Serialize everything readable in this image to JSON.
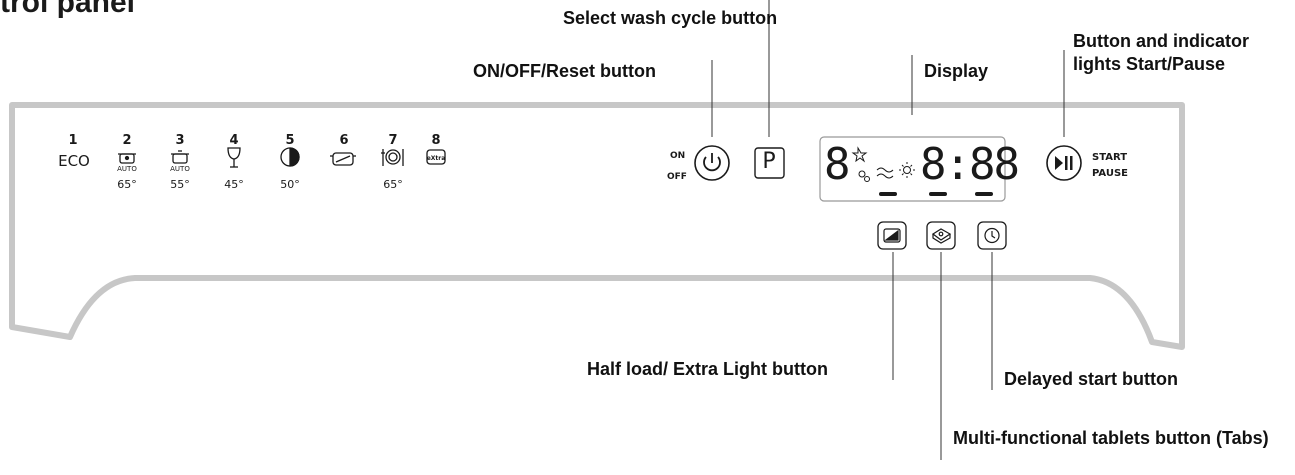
{
  "heading": "trol panel",
  "callouts": {
    "select_wash_cycle": "Select wash cycle button",
    "on_off_reset": "ON/OFF/Reset button",
    "display": "Display",
    "start_pause": "Button and indicator lights Start/Pause",
    "half_load": "Half load/ Extra Light button",
    "delayed_start": "Delayed start button",
    "tabs": "Multi-functional tablets button (Tabs)"
  },
  "programs": [
    {
      "number": "1",
      "label": "ECO",
      "temp": "",
      "icon": "eco-text"
    },
    {
      "number": "2",
      "label": "",
      "auto": "AUTO",
      "temp": "65°",
      "icon": "auto-pot-icon"
    },
    {
      "number": "3",
      "label": "",
      "auto": "AUTO",
      "temp": "55°",
      "icon": "auto-pot-icon"
    },
    {
      "number": "4",
      "label": "",
      "temp": "45°",
      "icon": "wine-glass-icon"
    },
    {
      "number": "5",
      "label": "",
      "temp": "50°",
      "icon": "half-circle-icon"
    },
    {
      "number": "6",
      "label": "",
      "temp": "",
      "icon": "pot-icon"
    },
    {
      "number": "7",
      "label": "",
      "temp": "65°",
      "icon": "plate-cutlery-icon"
    },
    {
      "number": "8",
      "label": "",
      "temp": "",
      "icon": "extra-icon"
    }
  ],
  "power_button": {
    "on_label": "ON",
    "off_label": "OFF",
    "icon": "power-icon"
  },
  "program_button": {
    "letter": "P"
  },
  "display": {
    "program_digit": "8",
    "time": "8:88"
  },
  "start_button": {
    "start_label": "START",
    "pause_label": "PAUSE",
    "icon": "play-pause-icon"
  },
  "option_buttons": [
    {
      "name": "half-load-icon"
    },
    {
      "name": "tablet-icon"
    },
    {
      "name": "clock-icon"
    }
  ]
}
